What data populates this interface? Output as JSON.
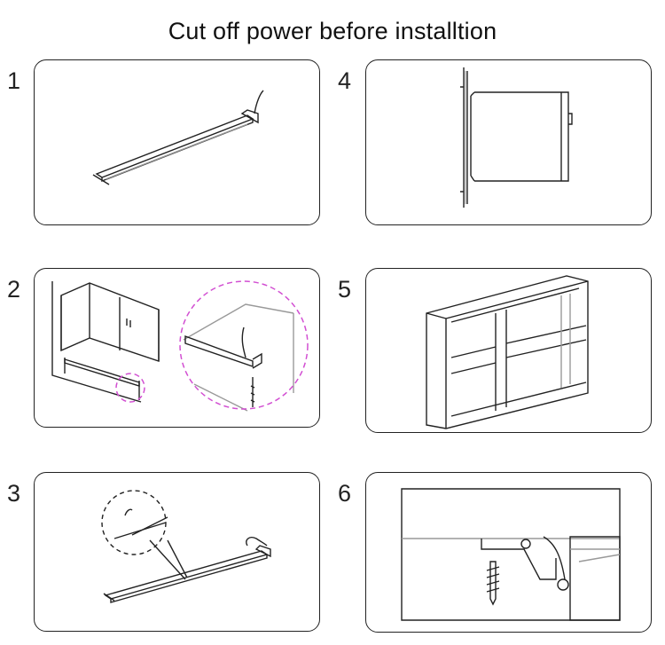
{
  "title": "Cut off power before installtion",
  "steps": [
    {
      "number": "1"
    },
    {
      "number": "2"
    },
    {
      "number": "3"
    },
    {
      "number": "4"
    },
    {
      "number": "5"
    },
    {
      "number": "6"
    }
  ],
  "colors": {
    "line": "#222222",
    "gray_line": "#9a9a9a",
    "highlight_circle": "#d24fd2",
    "background": "#ffffff"
  }
}
